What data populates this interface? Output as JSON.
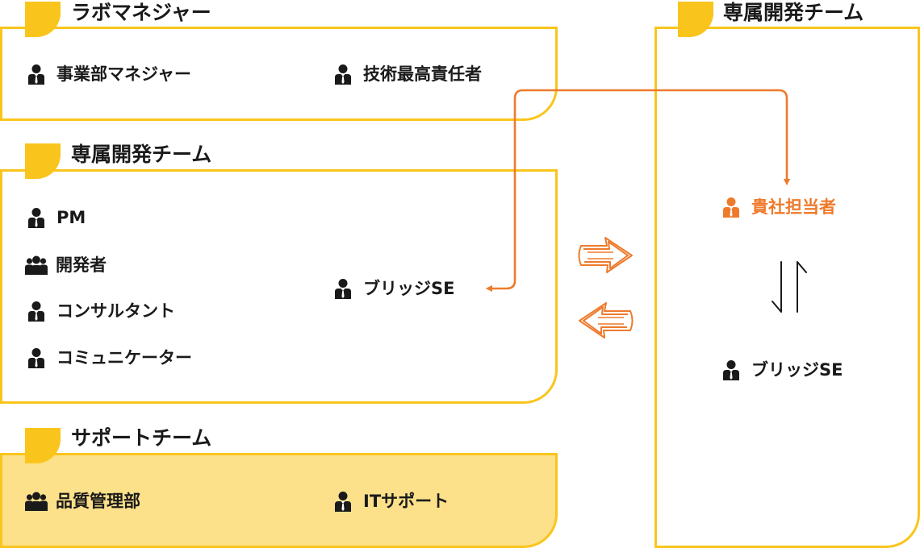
{
  "colors": {
    "accent_yellow": "#f9c51c",
    "fill_yellow": "#fde08a",
    "accent_orange": "#ee7a2c",
    "text": "#1a1a1a"
  },
  "groups": {
    "lab_manager": {
      "title": "ラボマネジャー",
      "members": [
        {
          "label": "事業部マネジャー",
          "icon": "person-icon"
        },
        {
          "label": "技術最高責任者",
          "icon": "person-icon"
        }
      ]
    },
    "dedicated_team": {
      "title": "専属開発チーム",
      "members": [
        {
          "label": "PM",
          "icon": "person-icon"
        },
        {
          "label": "開発者",
          "icon": "group-icon"
        },
        {
          "label": "コンサルタント",
          "icon": "person-icon"
        },
        {
          "label": "コミュニケーター",
          "icon": "person-icon"
        },
        {
          "label": "ブリッジSE",
          "icon": "person-icon"
        }
      ]
    },
    "support_team": {
      "title": "サポートチーム",
      "members": [
        {
          "label": "品質管理部",
          "icon": "group-icon"
        },
        {
          "label": "ITサポート",
          "icon": "person-icon"
        }
      ]
    },
    "client_team": {
      "title": "専属開発チーム",
      "members": [
        {
          "label": "貴社担当者",
          "icon": "person-icon",
          "highlight": true
        },
        {
          "label": "ブリッジSE",
          "icon": "person-icon"
        }
      ]
    }
  },
  "connectors": [
    {
      "from": "貴社担当者",
      "to": "ブリッジSE",
      "style": "orange-elbow-arrow"
    },
    {
      "between": [
        "貴社担当者",
        "ブリッジSE"
      ],
      "style": "bidirectional-arrows"
    }
  ]
}
